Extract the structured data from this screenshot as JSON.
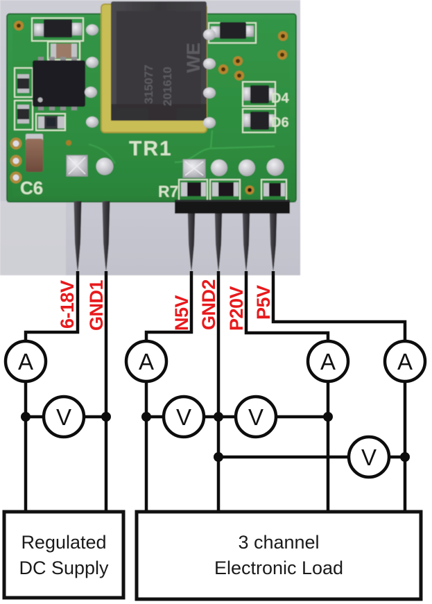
{
  "pcb_photo": {
    "silkscreen_labels": {
      "transformer_ref": "TR1",
      "capacitor_ref": "C6",
      "resistor_ref": "R7",
      "diode4_ref": "D4",
      "diode6_ref": "D6"
    },
    "transformer_marking": {
      "logo": "WE",
      "code_line1": "315077",
      "code_line2": "201610"
    },
    "colors": {
      "photo_background": "#c9c9d1",
      "board_green": "#2f8f41",
      "transformer_body": "#39383b",
      "bobbin_yellow": "#c9bd55",
      "silkscreen": "#d4e4c8",
      "via_gold": "#b5852f",
      "solder_silver": "#c9c9ce",
      "pin_dark": "#3b3a3e"
    }
  },
  "schematic": {
    "colors": {
      "wire": "#0d0d0d",
      "pin_label_red": "#e8191c",
      "meter_fill": "#ffffff"
    },
    "pin_labels": [
      "6-18V",
      "GND1",
      "N5V",
      "GND2",
      "P20V",
      "P5V"
    ],
    "ammeter_label": "A",
    "voltmeter_label": "V",
    "supply_box": {
      "line1": "Regulated",
      "line2": "DC Supply"
    },
    "load_box": {
      "line1": "3 channel",
      "line2": "Electronic Load"
    }
  }
}
